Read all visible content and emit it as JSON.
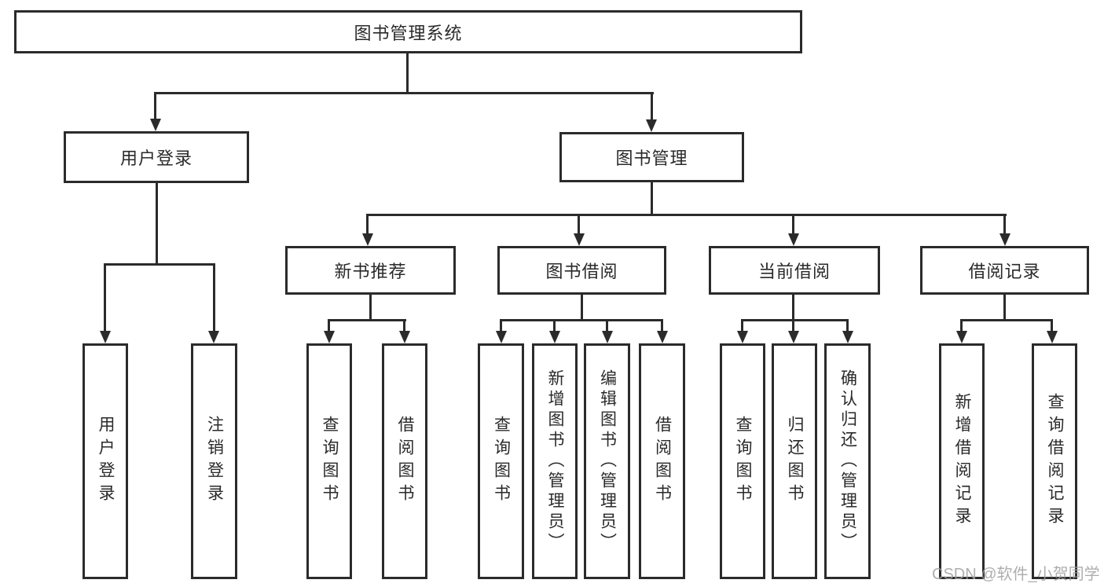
{
  "nodes": {
    "root": "图书管理系统",
    "user_login": "用户登录",
    "book_mgmt": "图书管理",
    "recommend": "新书推荐",
    "borrow": "图书借阅",
    "current": "当前借阅",
    "record": "借阅记录"
  },
  "leaves": {
    "login": [
      "用户登录",
      "注销登录"
    ],
    "recommend": [
      "查询图书",
      "借阅图书"
    ],
    "borrow": [
      "查询图书",
      "新增图书（管理员）",
      "编辑图书（管理员）",
      "借阅图书"
    ],
    "current": [
      "查询图书",
      "归还图书",
      "确认归还（管理员）"
    ],
    "record": [
      "新增借阅记录",
      "查询借阅记录"
    ]
  },
  "watermark": "CSDN @软件_小贺同学",
  "colors": {
    "line": "#2b2b2b",
    "box_border": "#2b2b2b",
    "box_fill": "#ffffff",
    "text": "#2a2a2a",
    "watermark": "#a0a0a0"
  }
}
